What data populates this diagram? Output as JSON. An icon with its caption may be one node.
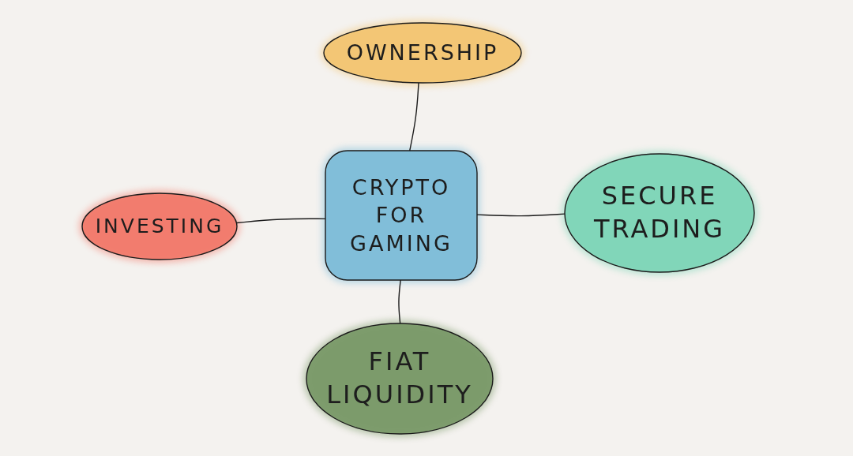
{
  "diagram": {
    "nodes": [
      {
        "text": [
          "OWNERSHIP"
        ]
      },
      {
        "text": [
          "INVESTING"
        ]
      },
      {
        "text": [
          "CRYPTO FOR GAMING"
        ]
      },
      {
        "text": [
          "SECURE TRADING"
        ]
      },
      {
        "text": [
          "FIAT LIQUIDITY"
        ]
      }
    ],
    "edges": [
      {
        "from": 2,
        "to": 0,
        "arrow": "none"
      },
      {
        "from": 2,
        "to": 1,
        "arrow": "none"
      },
      {
        "from": 2,
        "to": 3,
        "arrow": "none"
      },
      {
        "from": 2,
        "to": 4,
        "arrow": "none"
      }
    ]
  }
}
